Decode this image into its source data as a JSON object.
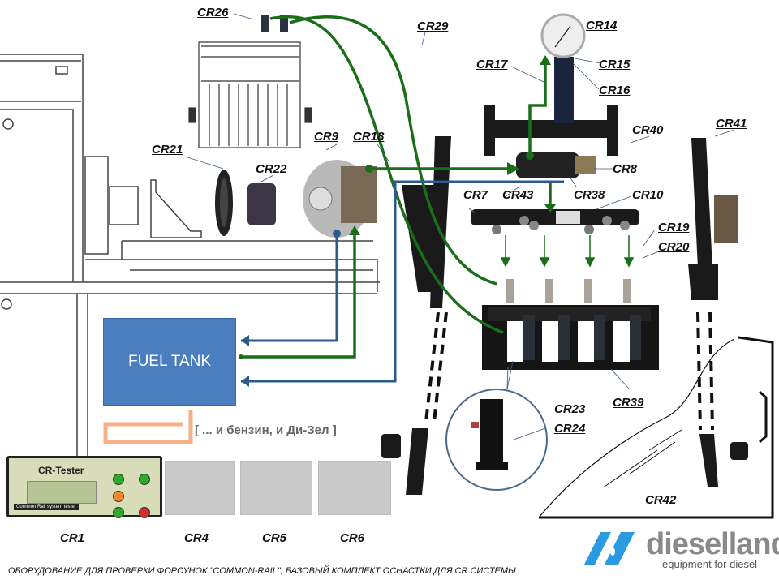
{
  "labels": {
    "cr1": "CR1",
    "cr4": "CR4",
    "cr5": "CR5",
    "cr6": "CR6",
    "cr7": "CR7",
    "cr8": "CR8",
    "cr9": "CR9",
    "cr10": "CR10",
    "cr14": "CR14",
    "cr15": "CR15",
    "cr16": "CR16",
    "cr17": "CR17",
    "cr18": "CR18",
    "cr19": "CR19",
    "cr20": "CR20",
    "cr21": "CR21",
    "cr22": "CR22",
    "cr23": "CR23",
    "cr24": "CR24",
    "cr26": "CR26",
    "cr29": "CR29",
    "cr38": "CR38",
    "cr39": "CR39",
    "cr40": "CR40",
    "cr41": "CR41",
    "cr42": "CR42",
    "cr43": "CR43"
  },
  "fuel_tank": "FUEL TANK",
  "note": "[ ... и бензин, и Ди-Зел ]",
  "tester": {
    "title": "CR-Tester",
    "subtitle": "Common Rail system tester"
  },
  "footer": "ОБОРУДОВАНИЕ ДЛЯ ПРОВЕРКИ ФОРСУНОК \"COMMON-RAIL\",     БАЗОВЫЙ КОМПЛЕКТ ОСНАСТКИ ДЛЯ CR СИСТЕМЫ",
  "logo": {
    "name": "dieselland",
    "tagline": "equipment for diesel"
  },
  "colors": {
    "green_line": "#1a6e1a",
    "blue_line": "#2d5a8c",
    "tank_fill": "#4a7ebf",
    "logo_blue": "#2a9be0"
  }
}
